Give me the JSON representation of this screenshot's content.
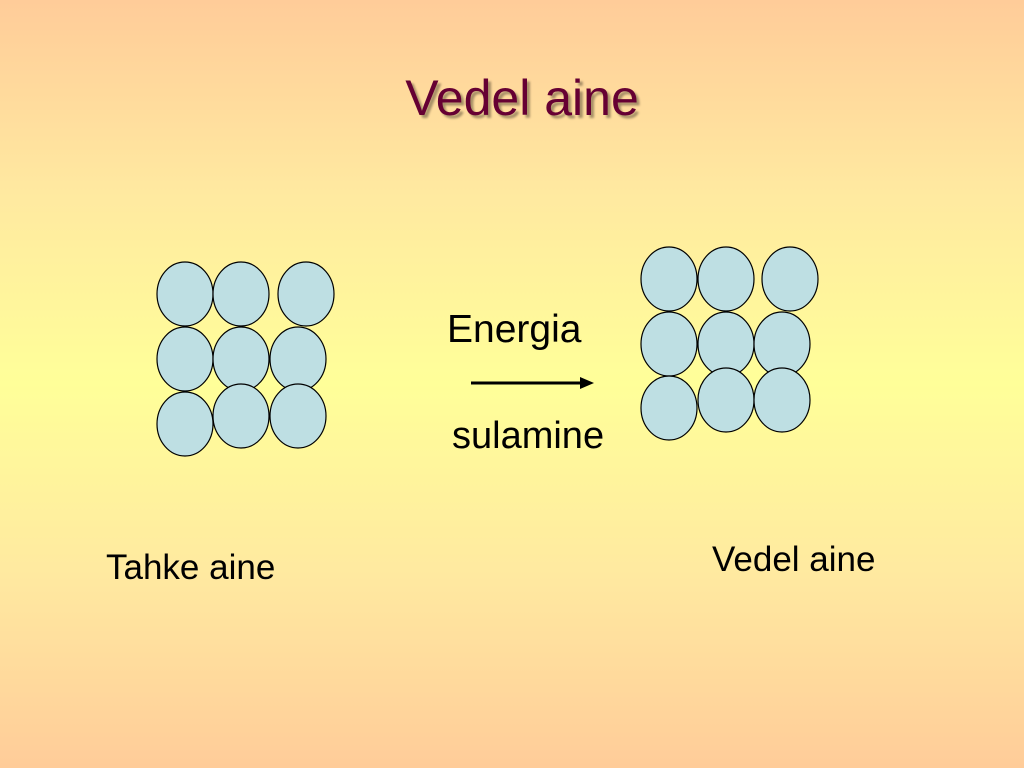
{
  "slide": {
    "title": "Vedel aine",
    "title_color": "#660033",
    "background_colors": [
      "#FFCC99",
      "#FFFF99"
    ]
  },
  "diagram": {
    "particle_fill": "#BEDFE3",
    "particle_stroke": "#000000",
    "arrow_top_label": "Energia",
    "arrow_bottom_label": "sulamine",
    "solid_label": "Tahke aine",
    "liquid_label": "Vedel aine"
  }
}
